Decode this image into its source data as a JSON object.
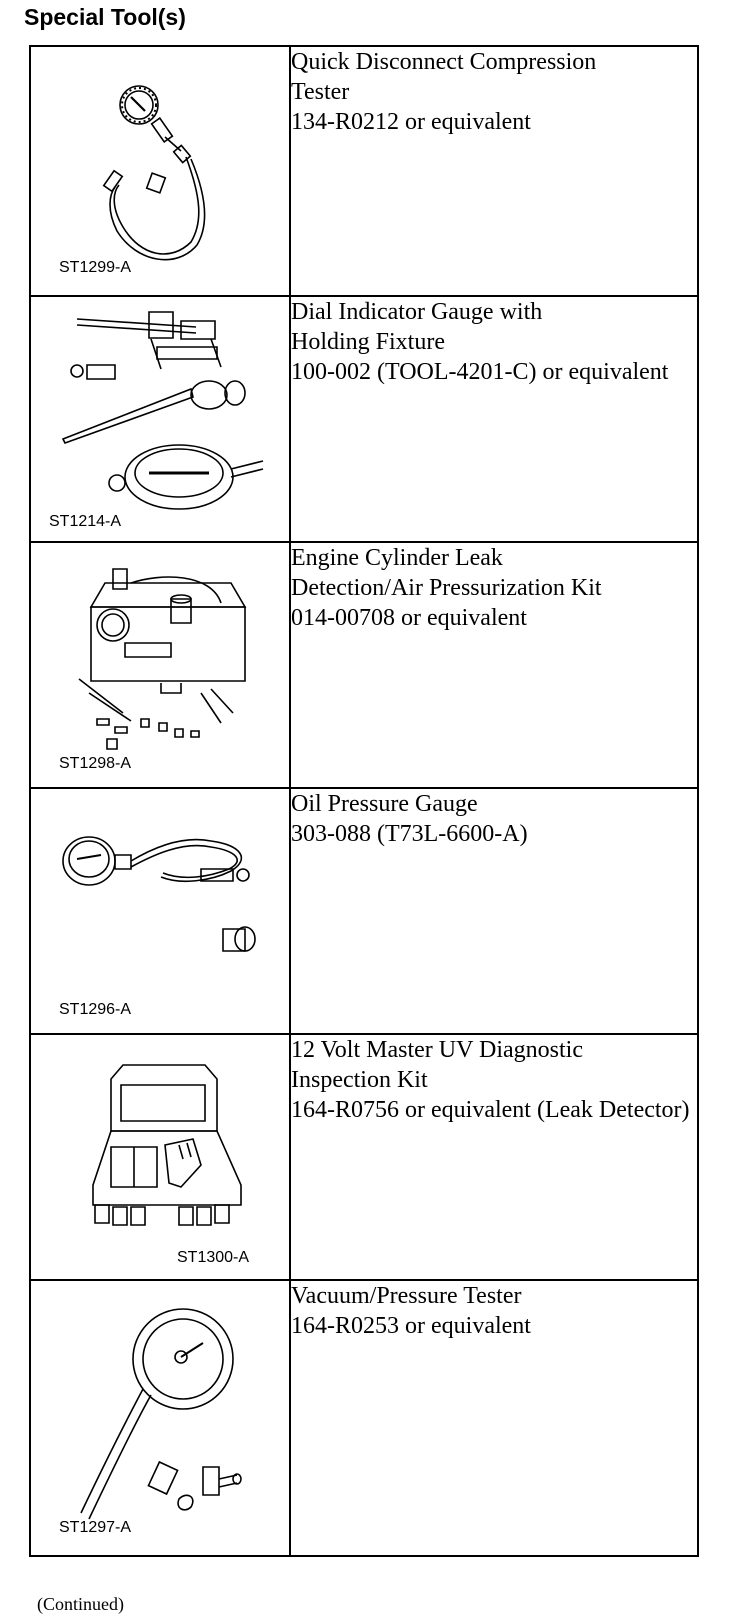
{
  "heading": "Special Tool(s)",
  "tools": [
    {
      "name_lines": [
        "Quick Disconnect Compression",
        "Tester"
      ],
      "part": "134-R0212 or equivalent",
      "code": "ST1299-A"
    },
    {
      "name_lines": [
        "Dial Indicator Gauge with",
        "Holding Fixture"
      ],
      "part": "100-002 (TOOL-4201-C) or equivalent",
      "code": "ST1214-A"
    },
    {
      "name_lines": [
        "Engine Cylinder Leak",
        "Detection/Air Pressurization Kit"
      ],
      "part": "014-00708 or equivalent",
      "code": "ST1298-A"
    },
    {
      "name_lines": [
        "Oil Pressure Gauge"
      ],
      "part": "303-088 (T73L-6600-A)",
      "code": "ST1296-A"
    },
    {
      "name_lines": [
        "12 Volt Master UV Diagnostic",
        "Inspection Kit"
      ],
      "part": "164-R0756 or equivalent (Leak Detector)",
      "code": "ST1300-A"
    },
    {
      "name_lines": [
        "Vacuum/Pressure Tester"
      ],
      "part": "164-R0253 or equivalent",
      "code": "ST1297-A"
    }
  ],
  "footer": "(Continued)"
}
